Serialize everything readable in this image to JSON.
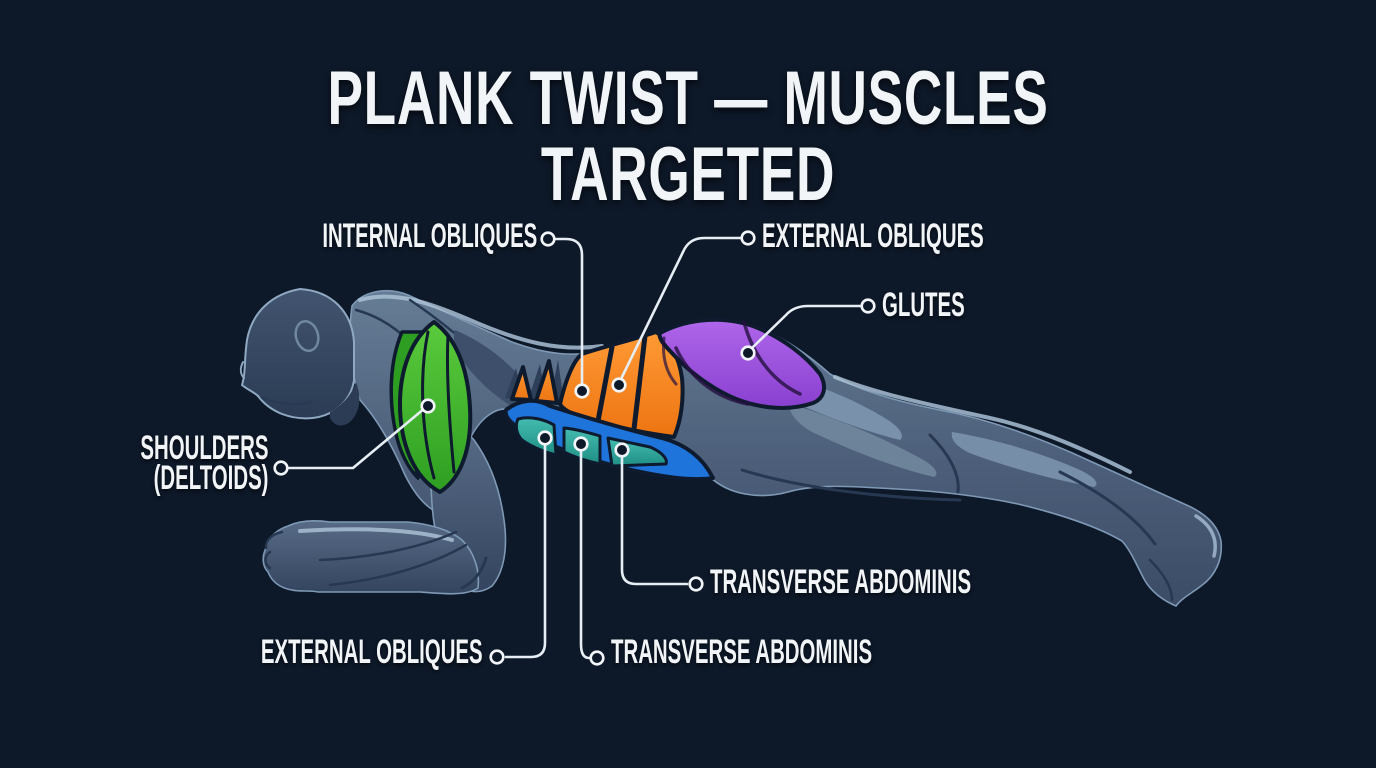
{
  "title": "PLANK TWIST — MUSCLES TARGETED",
  "labels": {
    "internal_obliques": "INTERNAL OBLIQUES",
    "external_obliques_top": "EXTERNAL OBLIQUES",
    "glutes": "GLUTES",
    "shoulders_line1": "SHOULDERS",
    "shoulders_line2": "(DELTOIDS)",
    "transverse_abdominis_right": "TRANSVERSE ABDOMINIS",
    "external_obliques_bottom": "EXTERNAL OBLIQUES",
    "transverse_abdominis_bottom": "TRANSVERSE ABDOMINIS"
  },
  "figure": {
    "description": "Male figure in forearm plank position, side view facing left, with highlighted muscle groups"
  },
  "muscle_regions": [
    {
      "label": "Shoulders (Deltoids)",
      "color": "#3cba2d"
    },
    {
      "label": "Internal Obliques",
      "color": "#f6821f"
    },
    {
      "label": "External Obliques",
      "color": "#f6821f"
    },
    {
      "label": "Transverse Abdominis",
      "color": "#2ba49a"
    },
    {
      "label": "Glutes",
      "color": "#9c51df"
    }
  ],
  "colors": {
    "background": "#0d1828",
    "text": "#f2f5f8",
    "leader_line": "#e6edf4",
    "body": "#4a5c77",
    "body_highlight": "#9fb4c9",
    "outline_dark": "#0e1b2e",
    "deltoid_green": "#3cba2d",
    "obliques_orange": "#f6821f",
    "abdominis_teal": "#2ba49a",
    "band_blue": "#1f74dc",
    "glutes_purple": "#9c51df"
  }
}
